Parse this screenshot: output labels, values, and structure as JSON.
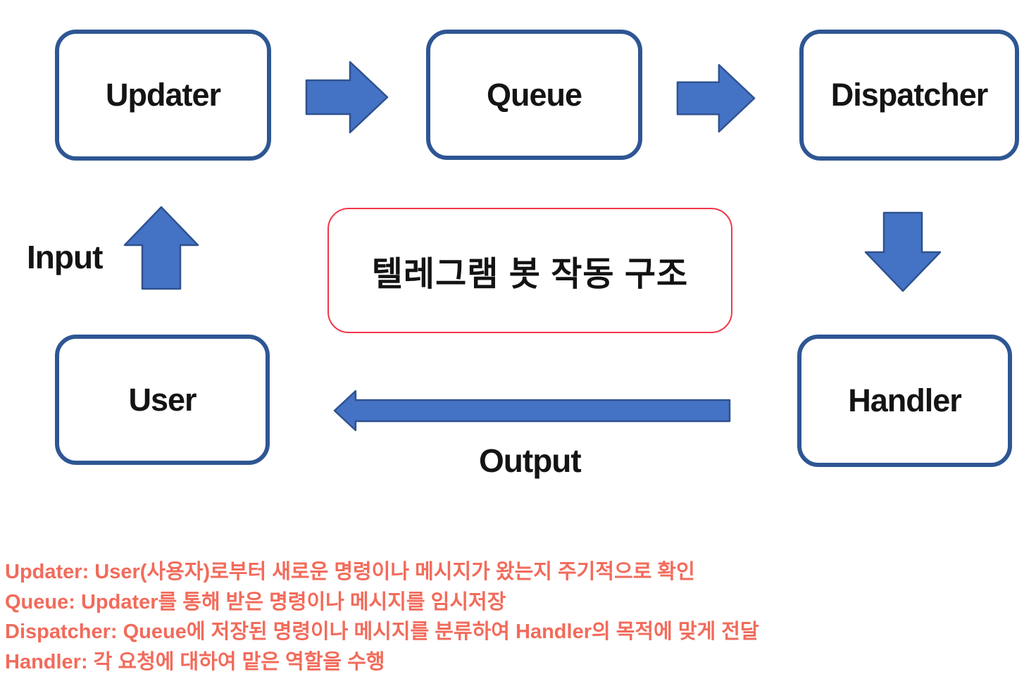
{
  "diagram": {
    "title": "텔레그램 봇 작동 구조",
    "nodes": [
      {
        "id": "updater",
        "label": "Updater"
      },
      {
        "id": "queue",
        "label": "Queue"
      },
      {
        "id": "dispatcher",
        "label": "Dispatcher"
      },
      {
        "id": "user",
        "label": "User"
      },
      {
        "id": "handler",
        "label": "Handler"
      }
    ],
    "flow_labels": {
      "input": "Input",
      "output": "Output"
    },
    "flows": [
      "Updater → Queue",
      "Queue → Dispatcher",
      "Dispatcher → Handler",
      "Handler → User (Output)",
      "User → Updater (Input)"
    ],
    "colors": {
      "node_border": "#2e5693",
      "arrow_fill": "#4472c4",
      "arrow_stroke": "#2f528f",
      "title_box_border": "#f0384a",
      "note_text": "#f26b5b",
      "node_label": "#141414"
    }
  },
  "notes": {
    "lines": [
      "Updater: User(사용자)로부터 새로운 명령이나 메시지가 왔는지 주기적으로 확인",
      "Queue: Updater를 통해 받은 명령이나 메시지를 임시저장",
      "Dispatcher: Queue에 저장된 명령이나 메시지를 분류하여 Handler의 목적에 맞게 전달",
      "Handler: 각 요청에 대하여 맡은 역할을 수행"
    ]
  }
}
